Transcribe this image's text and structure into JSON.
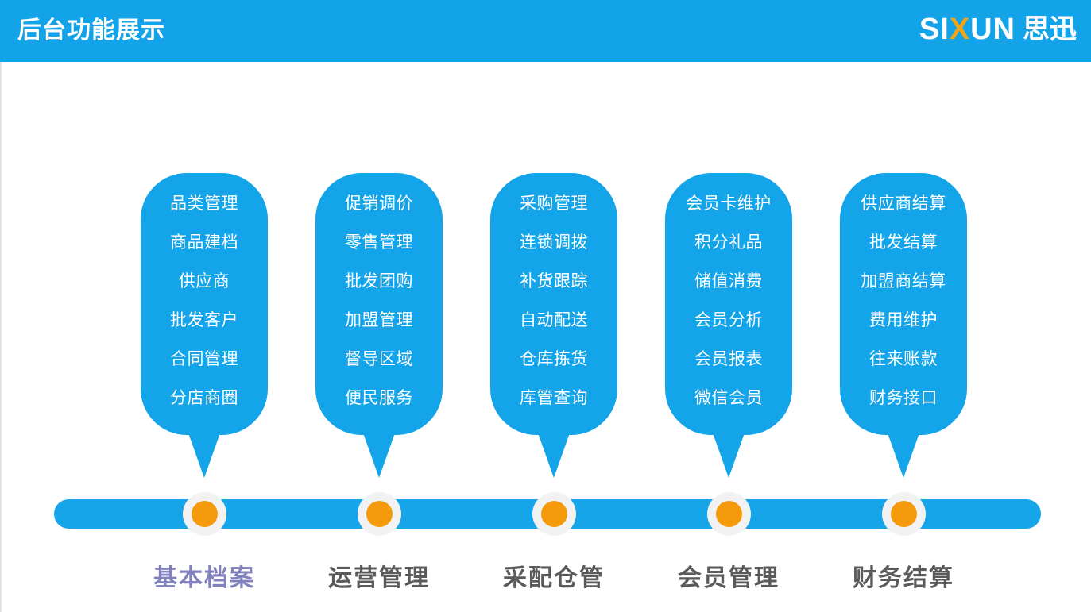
{
  "header": {
    "title": "后台功能展示",
    "bg_color": "#12A3E8",
    "logo": {
      "latin_before": "SI",
      "latin_x": "X",
      "latin_after": "UN",
      "cn": "思迅",
      "x_color": "#F5A513"
    }
  },
  "theme": {
    "pill_blue": "#14A4E9",
    "bar_blue": "#17A5E9",
    "node_orange": "#F59A0B",
    "node_ring": "#F2F2F2",
    "label_gray": "#5A5A5A",
    "label_accent": "#8181BE"
  },
  "groups": [
    {
      "stage": "基本档案",
      "accent": true,
      "items": [
        "品类管理",
        "商品建档",
        "供应商",
        "批发客户",
        "合同管理",
        "分店商圈"
      ]
    },
    {
      "stage": "运营管理",
      "accent": false,
      "items": [
        "促销调价",
        "零售管理",
        "批发团购",
        "加盟管理",
        "督导区域",
        "便民服务"
      ]
    },
    {
      "stage": "采配仓管",
      "accent": false,
      "items": [
        "采购管理",
        "连锁调拨",
        "补货跟踪",
        "自动配送",
        "仓库拣货",
        "库管查询"
      ]
    },
    {
      "stage": "会员管理",
      "accent": false,
      "items": [
        "会员卡维护",
        "积分礼品",
        "储值消费",
        "会员分析",
        "会员报表",
        "微信会员"
      ]
    },
    {
      "stage": "财务结算",
      "accent": false,
      "items": [
        "供应商结算",
        "批发结算",
        "加盟商结算",
        "费用维护",
        "往来账款",
        "财务接口"
      ]
    }
  ]
}
